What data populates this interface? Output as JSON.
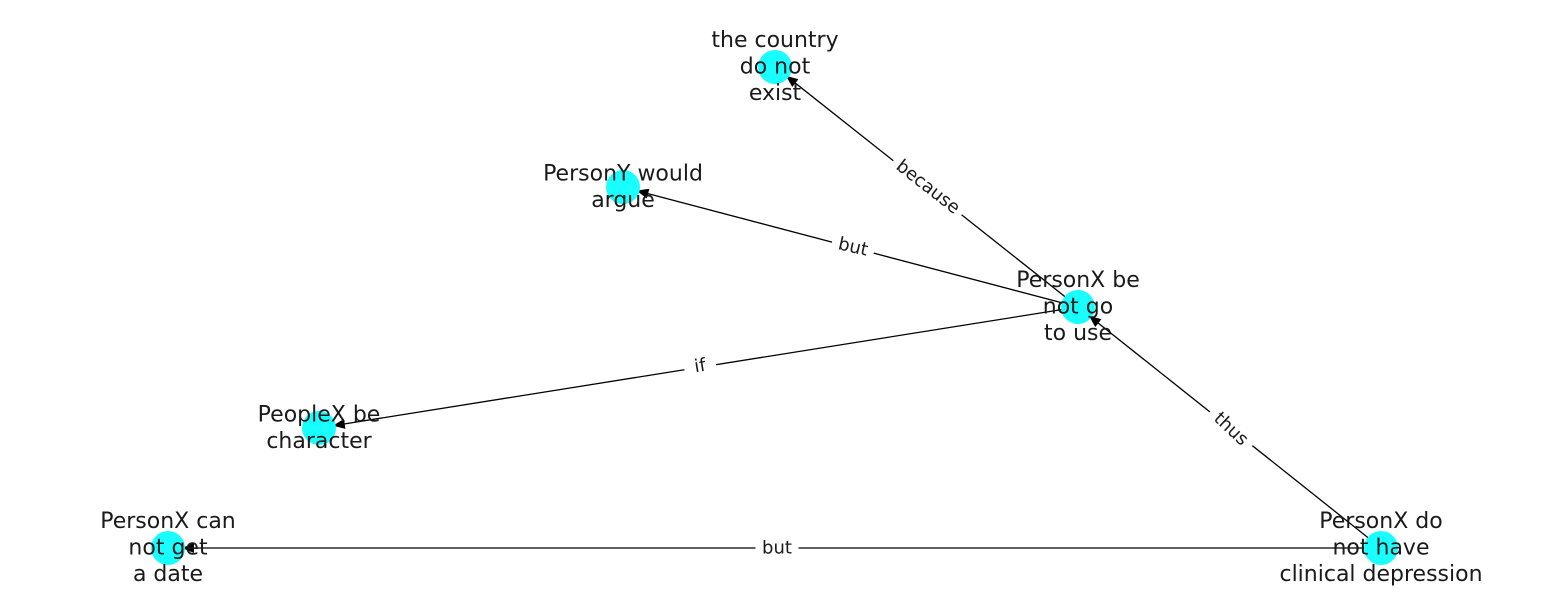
{
  "colors": {
    "node": "#19FFFF",
    "edge": "#000000",
    "text": "#1a1a1a",
    "background": "#ffffff"
  },
  "nodes": [
    {
      "id": "country",
      "lines": [
        "the country",
        "do not",
        "exist"
      ]
    },
    {
      "id": "persony",
      "lines": [
        "PersonY would",
        "argue"
      ]
    },
    {
      "id": "personx-go",
      "lines": [
        "PersonX be",
        "not go",
        "to use"
      ]
    },
    {
      "id": "peoplex",
      "lines": [
        "PeopleX be",
        "character"
      ]
    },
    {
      "id": "personx-date",
      "lines": [
        "PersonX can",
        "not get",
        "a date"
      ]
    },
    {
      "id": "personx-depression",
      "lines": [
        "PersonX do",
        "not have",
        "clinical depression"
      ]
    }
  ],
  "edges": [
    {
      "id": "because",
      "from": "personx-go",
      "to": "country",
      "label": "because"
    },
    {
      "id": "but-argue",
      "from": "personx-go",
      "to": "persony",
      "label": "but"
    },
    {
      "id": "if",
      "from": "personx-go",
      "to": "peoplex",
      "label": "if"
    },
    {
      "id": "thus",
      "from": "personx-depression",
      "to": "personx-go",
      "label": "thus"
    },
    {
      "id": "but-date",
      "from": "personx-depression",
      "to": "personx-date",
      "label": "but"
    }
  ]
}
